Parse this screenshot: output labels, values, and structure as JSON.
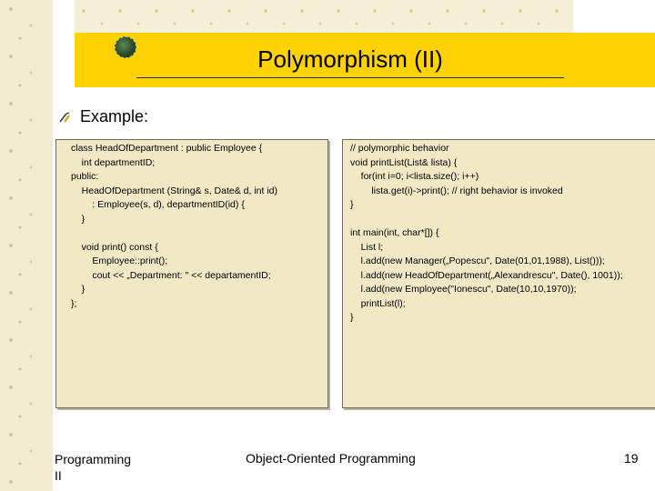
{
  "slide": {
    "title": "Polymorphism (II)",
    "bullet": "Example:",
    "footer_left_line1": "Programming",
    "footer_left_line2": "II",
    "footer_center": "Object-Oriented Programming",
    "page_number": "19"
  },
  "colors": {
    "title_bar": "#ffd200",
    "code_box_bg": "#f1e9c6",
    "side_texture": "#f1ebcf"
  },
  "code_left": [
    "class HeadOfDepartment : public Employee {",
    "    int departmentID;",
    "public:",
    "    HeadOfDepartment (String& s, Date& d, int id)",
    "        : Employee(s, d), departmentID(id) {",
    "    }",
    "",
    "    void print() const {",
    "        Employee::print();",
    "        cout << „Department: \" << departamentID;",
    "    }",
    "};"
  ],
  "code_right": [
    "// polymorphic behavior",
    "void printList(List& lista) {",
    "    for(int i=0; i<lista.size(); i++)",
    "        lista.get(i)->print(); // right behavior is invoked",
    "}",
    "",
    "int main(int, char*[]) {",
    "    List l;",
    "    l.add(new Manager(„Popescu\", Date(01,01,1988), List()));",
    "    l.add(new HeadOfDepartment(„Alexandrescu\", Date(), 1001));",
    "    l.add(new Employee(\"Ionescu\", Date(10,10,1970));",
    "    printList(l);",
    "}"
  ]
}
